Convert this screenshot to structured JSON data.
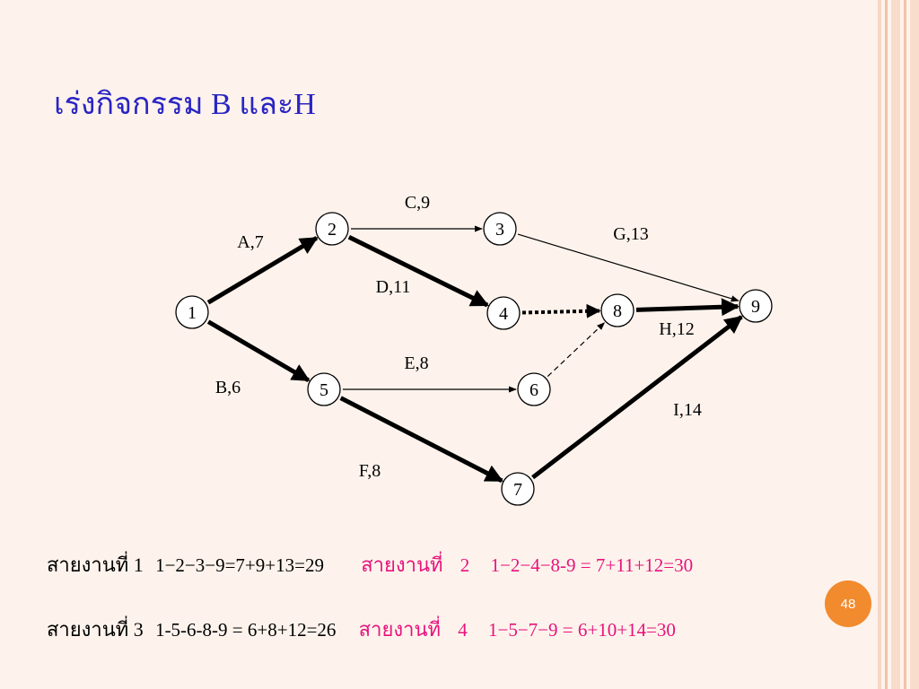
{
  "slide": {
    "title": "เร่งกิจกรรม B และH",
    "number": "48"
  },
  "network": {
    "nodes": [
      {
        "id": "1",
        "label": "1"
      },
      {
        "id": "2",
        "label": "2"
      },
      {
        "id": "3",
        "label": "3"
      },
      {
        "id": "4",
        "label": "4"
      },
      {
        "id": "5",
        "label": "5"
      },
      {
        "id": "6",
        "label": "6"
      },
      {
        "id": "7",
        "label": "7"
      },
      {
        "id": "8",
        "label": "8"
      },
      {
        "id": "9",
        "label": "9"
      }
    ],
    "edges": [
      {
        "from": "1",
        "to": "2",
        "label": "A,7",
        "style": "critical"
      },
      {
        "from": "1",
        "to": "5",
        "label": "B,6",
        "style": "critical"
      },
      {
        "from": "2",
        "to": "3",
        "label": "C,9",
        "style": "normal"
      },
      {
        "from": "2",
        "to": "4",
        "label": "D,11",
        "style": "critical"
      },
      {
        "from": "5",
        "to": "6",
        "label": "E,8",
        "style": "normal"
      },
      {
        "from": "5",
        "to": "7",
        "label": "F,8",
        "style": "critical"
      },
      {
        "from": "3",
        "to": "9",
        "label": "G,13",
        "style": "normal"
      },
      {
        "from": "8",
        "to": "9",
        "label": "H,12",
        "style": "critical"
      },
      {
        "from": "7",
        "to": "9",
        "label": "I,14",
        "style": "critical"
      },
      {
        "from": "4",
        "to": "8",
        "label": "",
        "style": "dummy-critical"
      },
      {
        "from": "6",
        "to": "8",
        "label": "",
        "style": "dummy"
      }
    ]
  },
  "paths": {
    "p1": {
      "label": "สายงานที่ 1",
      "expr": "1−2−3−9=7+9+13=29"
    },
    "p2": {
      "label": "สายงานที่",
      "num": "2",
      "expr": "1−2−4−8-9 = 7+11+12=30"
    },
    "p3": {
      "label": "สายงานที่ 3",
      "expr": "1-5-6-8-9 = 6+8+12=26"
    },
    "p4": {
      "label": "สายงานที่",
      "num": "4",
      "expr": "1−5−7−9 = 6+10+14=30"
    }
  },
  "colors": {
    "title": "#2a24c4",
    "highlight": "#e8127c",
    "badge": "#f28a2e",
    "background": "#fdf3ec"
  }
}
